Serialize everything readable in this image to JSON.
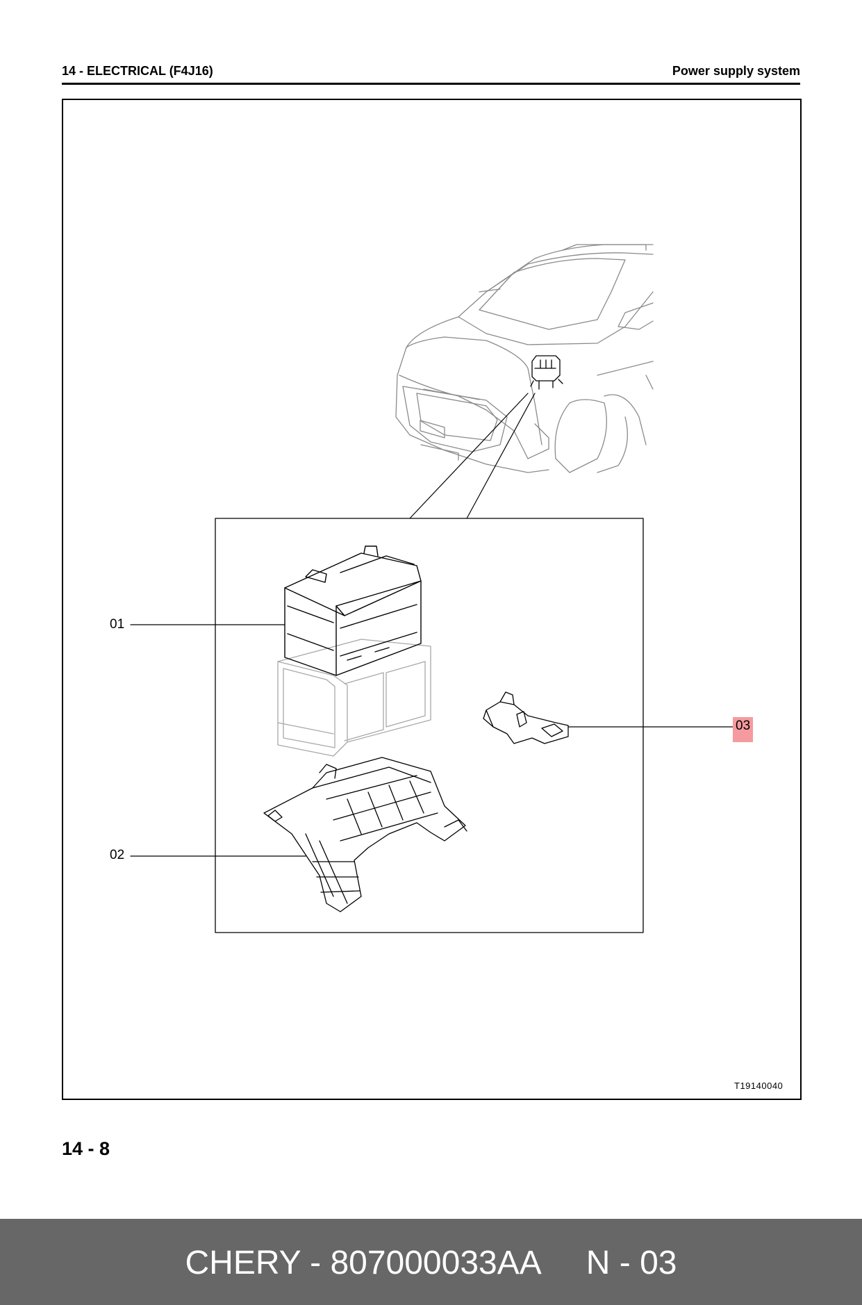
{
  "header": {
    "section": "14 - ELECTRICAL (F4J16)",
    "topic": "Power supply system"
  },
  "figure": {
    "callouts": [
      {
        "label": "01",
        "highlighted": false
      },
      {
        "label": "02",
        "highlighted": false
      },
      {
        "label": "03",
        "highlighted": true,
        "highlight_color": "#f59a9e"
      }
    ],
    "figure_code": "T19140040"
  },
  "page_number": "14 - 8",
  "footer": {
    "text": "CHERY - 807000033AA     N - 03",
    "background": "#676767"
  }
}
